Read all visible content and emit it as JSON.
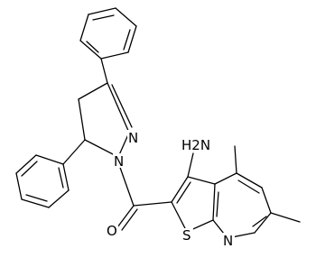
{
  "atoms": {
    "nh2": "H2N",
    "n_pyrazoline_1": "N",
    "n_pyrazoline_2": "N",
    "oxygen": "O",
    "sulfur": "S",
    "n_pyridine": "N"
  }
}
